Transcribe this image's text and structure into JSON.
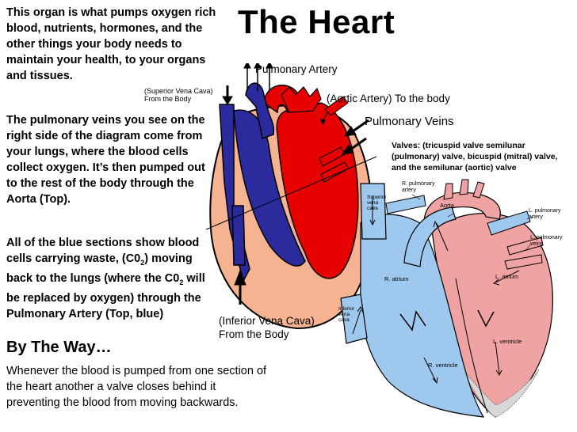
{
  "title": "The Heart",
  "paragraphs": {
    "p1": "This organ is what pumps oxygen rich blood, nutrients, hormones, and the other things your body needs to maintain your health, to your organs and tissues.",
    "p2": "The pulmonary veins you see on the right side of the diagram come from your lungs, where the blood cells collect oxygen. It’s then pumped out to the rest of the body through the Aorta (Top).",
    "p3_a": "All of the blue sections show blood cells carrying waste, (C0",
    "p3_sub1": "2",
    "p3_b": ") moving back to the lungs (where the C0",
    "p3_sub2": "2",
    "p3_c": " will be replaced by oxygen) through the Pulmonary Artery (Top, blue)"
  },
  "by_the_way": {
    "heading": "By The Way…",
    "text": "Whenever the blood is pumped from one section of the heart another a valve closes behind it preventing the blood from moving backwards."
  },
  "labels": {
    "pulmonary_artery": "Pulmonary Artery",
    "aortic_artery": "(Aortic Artery) To the body",
    "pulmonary_veins": "Pulmonary Veins",
    "superior_vena_cava_line1": "(Superior Vena Cava)",
    "superior_vena_cava_line2": "From the Body",
    "inferior_vena_cava_line1": "(Inferior Vena Cava)",
    "inferior_vena_cava_line2": "From the Body",
    "valves": "Valves: (tricuspid valve semilunar (pulmonary) valve, bicuspid (mitral) valve, and the semilunar (aortic) valve"
  },
  "diagram_labels": {
    "r_pulmonary_artery_1": "R. pulmonary",
    "r_pulmonary_artery_2": "artery",
    "superior_vena_cava_1": "Superior",
    "superior_vena_cava_2": "vena",
    "superior_vena_cava_3": "cava",
    "aorta": "Aorta",
    "l_pulmonary_artery_1": "L. pulmonary",
    "l_pulmonary_artery_2": "artery",
    "l_pulmonary_veins_1": "L. pulmonary",
    "l_pulmonary_veins_2": "veins",
    "r_atrium": "R. atrium",
    "l_atrium": "L. atrium",
    "inferior_vena_cava_1": "Inferior",
    "inferior_vena_cava_2": "vena",
    "inferior_vena_cava_3": "cava",
    "l_ventricle": "L. ventricle",
    "r_ventricle": "R. ventricle"
  },
  "colors": {
    "deoxygenated_blue": "#2b2b9e",
    "oxygenated_red": "#e60000",
    "heart_tissue": "#f5b392",
    "diagram_blue": "#9fc8ee",
    "diagram_pink": "#f0a3a3"
  }
}
